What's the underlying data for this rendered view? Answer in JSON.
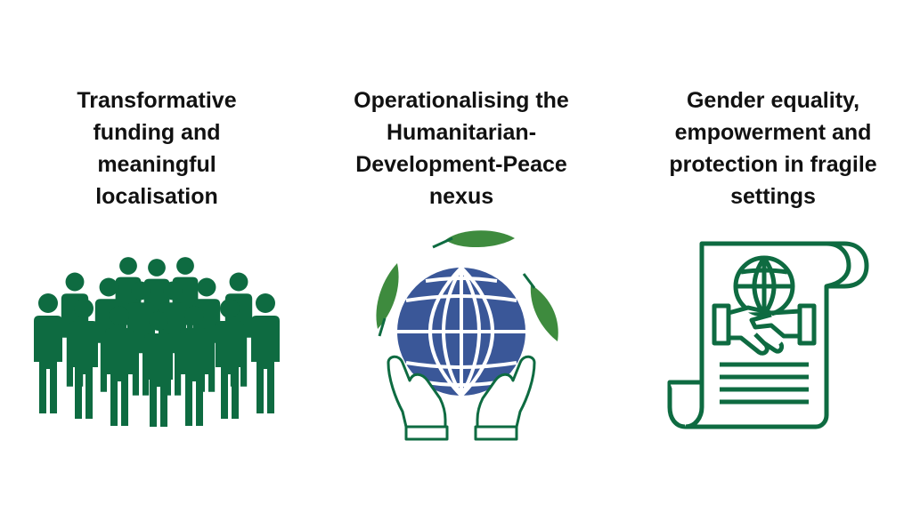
{
  "colors": {
    "primary_green": "#0e6b41",
    "globe_blue": "#3a5798",
    "leaf_green": "#3e8b3e",
    "text": "#111111",
    "background": "#ffffff"
  },
  "themes": [
    {
      "title": "Transformative\nfunding and\nmeaningful\nlocalisation",
      "icon": "group-of-people-icon"
    },
    {
      "title": "Operationalising the\nHumanitarian-\nDevelopment-Peace\nnexus",
      "icon": "globe-in-hands-icon"
    },
    {
      "title": "Gender equality,\nempowerment and\nprotection in fragile\nsettings",
      "icon": "agreement-scroll-icon"
    }
  ]
}
